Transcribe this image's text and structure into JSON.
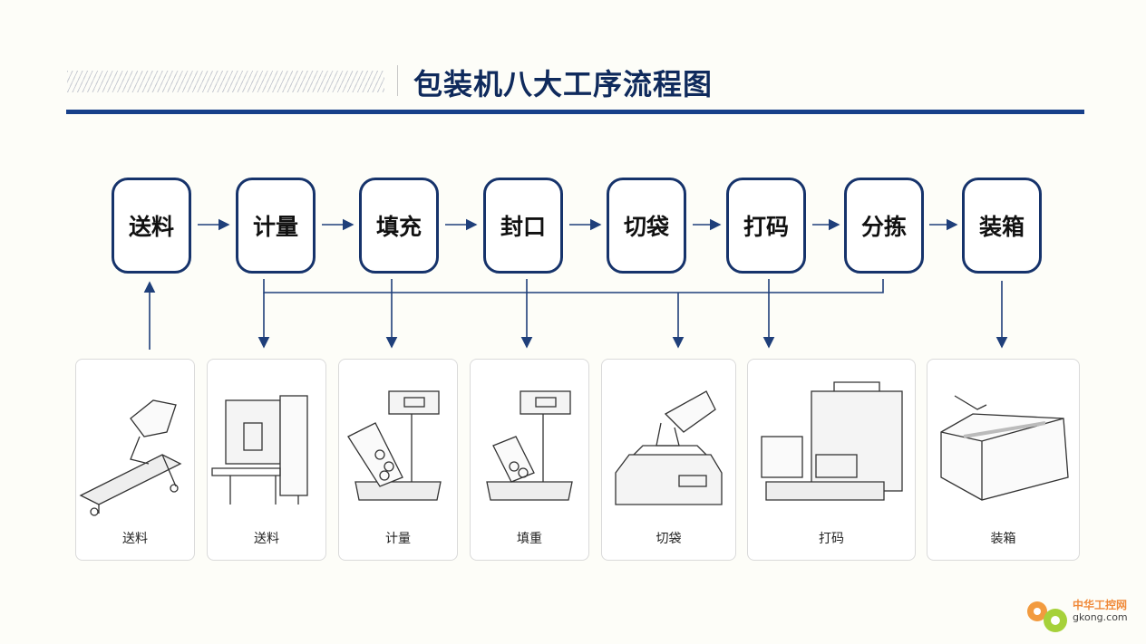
{
  "title": "包装机八大工序流程图",
  "steps": [
    {
      "label": "送料"
    },
    {
      "label": "计量"
    },
    {
      "label": "填充"
    },
    {
      "label": "封口"
    },
    {
      "label": "切袋"
    },
    {
      "label": "打码"
    },
    {
      "label": "分拣"
    },
    {
      "label": "装箱"
    }
  ],
  "cards": [
    {
      "caption": "送料",
      "icon": "conveyor-icon"
    },
    {
      "caption": "送料",
      "icon": "feeder-machine-icon"
    },
    {
      "caption": "计量",
      "icon": "weighing-scale-icon"
    },
    {
      "caption": "填重",
      "icon": "filling-scale-icon"
    },
    {
      "caption": "切袋",
      "icon": "bag-cutter-icon"
    },
    {
      "caption": "打码",
      "icon": "coding-printer-icon"
    },
    {
      "caption": "装箱",
      "icon": "carton-box-icon"
    }
  ],
  "watermark": {
    "cn": "中华工控网",
    "en": "gkong.com"
  },
  "colors": {
    "primary": "#16336b",
    "rule": "#17408a"
  }
}
